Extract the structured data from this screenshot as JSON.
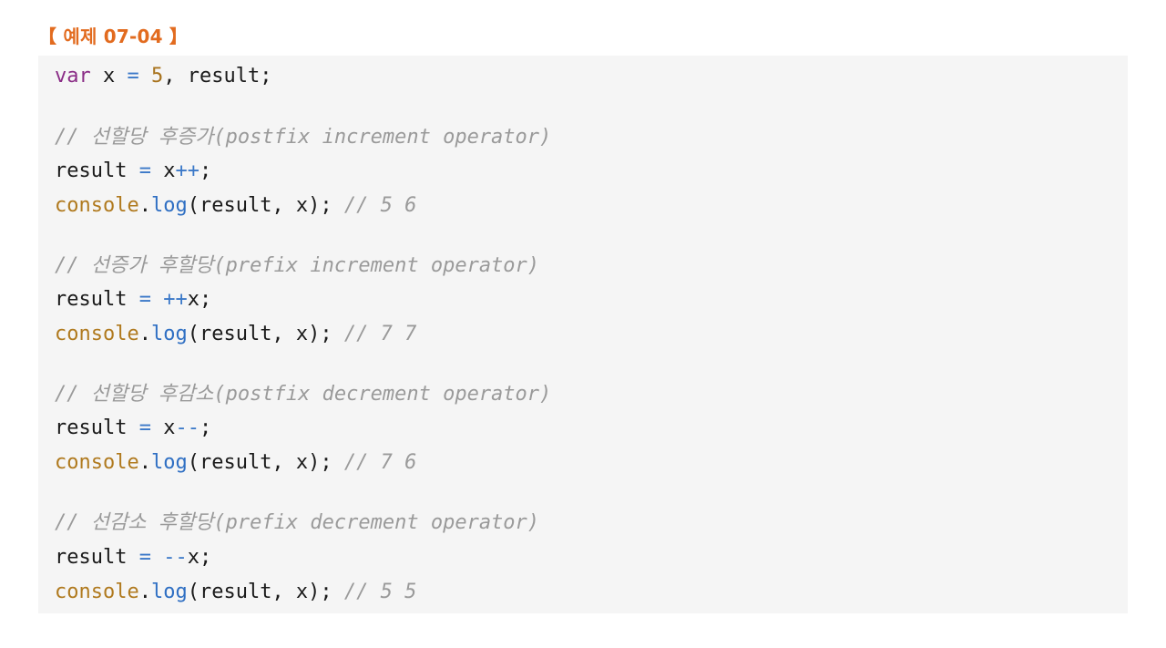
{
  "header": {
    "title": "【 예제 07-04 】"
  },
  "code": {
    "l1": {
      "kw": "var",
      "a": " x ",
      "op": "=",
      "b": " ",
      "num": "5",
      "c": ", result;"
    },
    "c1": "// 선할당 후증가(postfix increment operator)",
    "l2": {
      "a": "result ",
      "op1": "=",
      "b": " x",
      "op2": "++",
      "c": ";"
    },
    "l3": {
      "obj": "console",
      "dot": ".",
      "fn": "log",
      "args": "(result, x); ",
      "cm": "// 5 6"
    },
    "c2": "// 선증가 후할당(prefix increment operator)",
    "l4": {
      "a": "result ",
      "op1": "=",
      "b": " ",
      "op2": "++",
      "c": "x;"
    },
    "l5": {
      "obj": "console",
      "dot": ".",
      "fn": "log",
      "args": "(result, x); ",
      "cm": "// 7 7"
    },
    "c3": "// 선할당 후감소(postfix decrement operator)",
    "l6": {
      "a": "result ",
      "op1": "=",
      "b": " x",
      "op2": "--",
      "c": ";"
    },
    "l7": {
      "obj": "console",
      "dot": ".",
      "fn": "log",
      "args": "(result, x); ",
      "cm": "// 7 6"
    },
    "c4": "// 선감소 후할당(prefix decrement operator)",
    "l8": {
      "a": "result ",
      "op1": "=",
      "b": " ",
      "op2": "--",
      "c": "x;"
    },
    "l9": {
      "obj": "console",
      "dot": ".",
      "fn": "log",
      "args": "(result, x); ",
      "cm": "// 5 5"
    }
  }
}
